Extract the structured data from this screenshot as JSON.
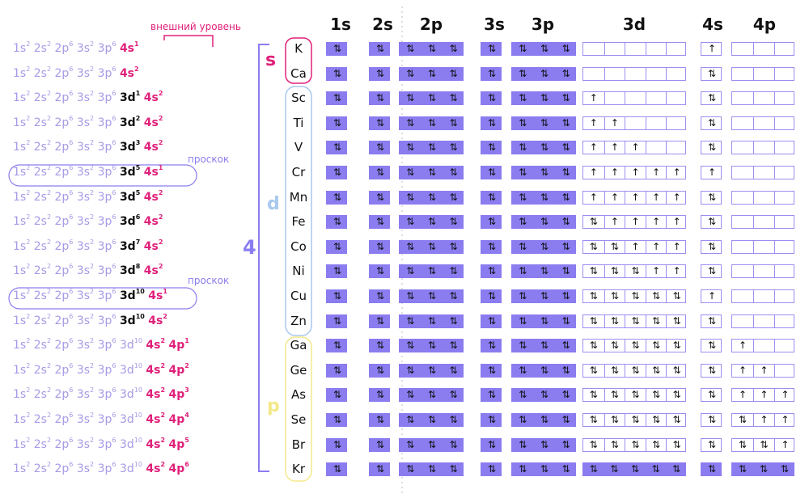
{
  "headers": [
    "1s",
    "2s",
    "2p",
    "3s",
    "3p",
    "3d",
    "4s",
    "4p"
  ],
  "outer_level_label": "внешний уровень",
  "jump_label": "проскок",
  "period_label": "4",
  "block_labels": {
    "s": "s",
    "d": "d",
    "p": "p"
  },
  "colors": {
    "purple": "#8b7cf0",
    "light_purple": "#a79be6",
    "pink": "#e0207a",
    "blue": "#a8c8ee",
    "yellow": "#f3e98a"
  },
  "elements": [
    {
      "symbol": "K",
      "d": "",
      "s": "4s1",
      "p": "",
      "orb": {
        "d": [
          "",
          "",
          "",
          "",
          ""
        ],
        "s": "↑",
        "p": [
          "",
          "",
          ""
        ]
      }
    },
    {
      "symbol": "Ca",
      "d": "",
      "s": "4s2",
      "p": "",
      "orb": {
        "d": [
          "",
          "",
          "",
          "",
          ""
        ],
        "s": "⇅",
        "p": [
          "",
          "",
          ""
        ]
      }
    },
    {
      "symbol": "Sc",
      "d": "3d1",
      "s": "4s2",
      "p": "",
      "orb": {
        "d": [
          "↑",
          "",
          "",
          "",
          ""
        ],
        "s": "⇅",
        "p": [
          "",
          "",
          ""
        ]
      }
    },
    {
      "symbol": "Ti",
      "d": "3d2",
      "s": "4s2",
      "p": "",
      "orb": {
        "d": [
          "↑",
          "↑",
          "",
          "",
          ""
        ],
        "s": "⇅",
        "p": [
          "",
          "",
          ""
        ]
      }
    },
    {
      "symbol": "V",
      "d": "3d3",
      "s": "4s2",
      "p": "",
      "orb": {
        "d": [
          "↑",
          "↑",
          "↑",
          "",
          ""
        ],
        "s": "⇅",
        "p": [
          "",
          "",
          ""
        ]
      }
    },
    {
      "symbol": "Cr",
      "d": "3d5",
      "s": "4s1",
      "p": "",
      "orb": {
        "d": [
          "↑",
          "↑",
          "↑",
          "↑",
          "↑"
        ],
        "s": "↑",
        "p": [
          "",
          "",
          ""
        ]
      }
    },
    {
      "symbol": "Mn",
      "d": "3d5",
      "s": "4s2",
      "p": "",
      "orb": {
        "d": [
          "↑",
          "↑",
          "↑",
          "↑",
          "↑"
        ],
        "s": "⇅",
        "p": [
          "",
          "",
          ""
        ]
      }
    },
    {
      "symbol": "Fe",
      "d": "3d6",
      "s": "4s2",
      "p": "",
      "orb": {
        "d": [
          "⇅",
          "↑",
          "↑",
          "↑",
          "↑"
        ],
        "s": "⇅",
        "p": [
          "",
          "",
          ""
        ]
      }
    },
    {
      "symbol": "Co",
      "d": "3d7",
      "s": "4s2",
      "p": "",
      "orb": {
        "d": [
          "⇅",
          "⇅",
          "↑",
          "↑",
          "↑"
        ],
        "s": "⇅",
        "p": [
          "",
          "",
          ""
        ]
      }
    },
    {
      "symbol": "Ni",
      "d": "3d8",
      "s": "4s2",
      "p": "",
      "orb": {
        "d": [
          "⇅",
          "⇅",
          "⇅",
          "↑",
          "↑"
        ],
        "s": "⇅",
        "p": [
          "",
          "",
          ""
        ]
      }
    },
    {
      "symbol": "Cu",
      "d": "3d10",
      "s": "4s1",
      "p": "",
      "orb": {
        "d": [
          "⇅",
          "⇅",
          "⇅",
          "⇅",
          "⇅"
        ],
        "s": "↑",
        "p": [
          "",
          "",
          ""
        ]
      }
    },
    {
      "symbol": "Zn",
      "d": "3d10",
      "s": "4s2",
      "p": "",
      "orb": {
        "d": [
          "⇅",
          "⇅",
          "⇅",
          "⇅",
          "⇅"
        ],
        "s": "⇅",
        "p": [
          "",
          "",
          ""
        ]
      }
    },
    {
      "symbol": "Ga",
      "d": "3d10",
      "s": "4s2",
      "p": "4p1",
      "orb": {
        "d": [
          "⇅",
          "⇅",
          "⇅",
          "⇅",
          "⇅"
        ],
        "s": "⇅",
        "p": [
          "↑",
          "",
          ""
        ]
      }
    },
    {
      "symbol": "Ge",
      "d": "3d10",
      "s": "4s2",
      "p": "4p2",
      "orb": {
        "d": [
          "⇅",
          "⇅",
          "⇅",
          "⇅",
          "⇅"
        ],
        "s": "⇅",
        "p": [
          "↑",
          "↑",
          ""
        ]
      }
    },
    {
      "symbol": "As",
      "d": "3d10",
      "s": "4s2",
      "p": "4p3",
      "orb": {
        "d": [
          "⇅",
          "⇅",
          "⇅",
          "⇅",
          "⇅"
        ],
        "s": "⇅",
        "p": [
          "↑",
          "↑",
          "↑"
        ]
      }
    },
    {
      "symbol": "Se",
      "d": "3d10",
      "s": "4s2",
      "p": "4p4",
      "orb": {
        "d": [
          "⇅",
          "⇅",
          "⇅",
          "⇅",
          "⇅"
        ],
        "s": "⇅",
        "p": [
          "⇅",
          "↑",
          "↑"
        ]
      }
    },
    {
      "symbol": "Br",
      "d": "3d10",
      "s": "4s2",
      "p": "4p5",
      "orb": {
        "d": [
          "⇅",
          "⇅",
          "⇅",
          "⇅",
          "⇅"
        ],
        "s": "⇅",
        "p": [
          "⇅",
          "⇅",
          "↑"
        ]
      }
    },
    {
      "symbol": "Kr",
      "d": "3d10",
      "s": "4s2",
      "p": "4p6",
      "orb": {
        "d": [
          "⇅",
          "⇅",
          "⇅",
          "⇅",
          "⇅"
        ],
        "s": "⇅",
        "p": [
          "⇅",
          "⇅",
          "⇅"
        ]
      }
    }
  ],
  "core": {
    "s1": "⇅",
    "s2": "⇅",
    "p2": [
      "⇅",
      "⇅",
      "⇅"
    ],
    "s3": "⇅",
    "p3": [
      "⇅",
      "⇅",
      "⇅"
    ]
  }
}
